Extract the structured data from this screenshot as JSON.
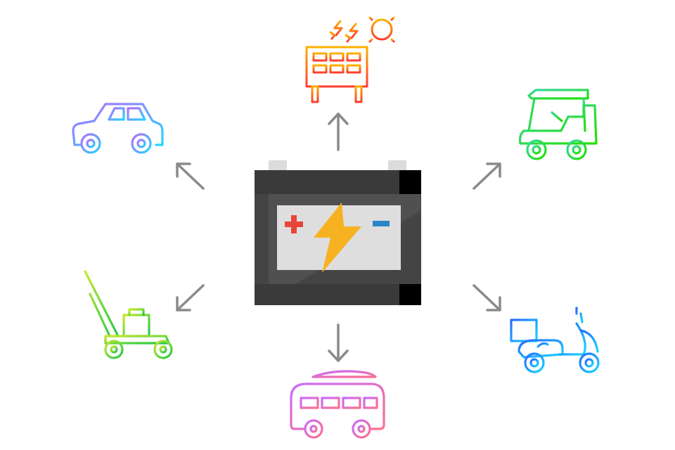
{
  "diagram": {
    "center": {
      "icon": "car-battery-icon",
      "terminals": {
        "positive": "+",
        "negative": "−"
      }
    },
    "arrow_color": "#8a8a8a",
    "items": [
      {
        "icon": "solar-panel-icon",
        "direction": "up",
        "colors": [
          "#ffb000",
          "#ff3b30"
        ]
      },
      {
        "icon": "car-icon",
        "direction": "up-left",
        "colors": [
          "#b46cff",
          "#23d5ff"
        ]
      },
      {
        "icon": "golf-cart-icon",
        "direction": "up-right",
        "colors": [
          "#35d9a0",
          "#22e000"
        ]
      },
      {
        "icon": "lawn-mower-icon",
        "direction": "down-left",
        "colors": [
          "#c7e82e",
          "#22c94a"
        ]
      },
      {
        "icon": "scooter-icon",
        "direction": "down-right",
        "colors": [
          "#2a6bff",
          "#18d6ff"
        ]
      },
      {
        "icon": "camper-van-icon",
        "direction": "down",
        "colors": [
          "#c86bff",
          "#ff6f8c"
        ]
      }
    ]
  }
}
